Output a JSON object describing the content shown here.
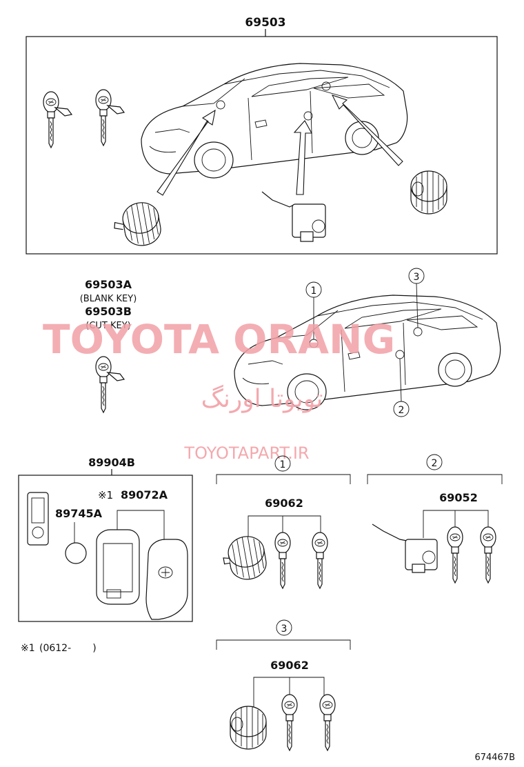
{
  "labels": {
    "top_assembly": "69503",
    "blank_key": "69503A",
    "blank_key_note": "(BLANK KEY)",
    "cut_key": "69503B",
    "cut_key_note": "(CUT KEY)",
    "smart_key": "89904B",
    "case_part": "89072A",
    "case_mark": "※1",
    "battery": "89745A",
    "footnote_mark": "※1",
    "footnote_range": "(0612-       )",
    "group1_part": "69062",
    "group2_part": "69052",
    "group3_part": "69062",
    "figure_id": "674467B"
  },
  "callouts": {
    "c1": "1",
    "c2": "2",
    "c3": "3",
    "g1": "1",
    "g2": "2",
    "g3": "3"
  },
  "watermark": {
    "main": "TOYOTA ORANG",
    "persian": "تویوتا اورنگ",
    "site": "TOYOTAPART.IR",
    "color": "#f2a0a6"
  }
}
